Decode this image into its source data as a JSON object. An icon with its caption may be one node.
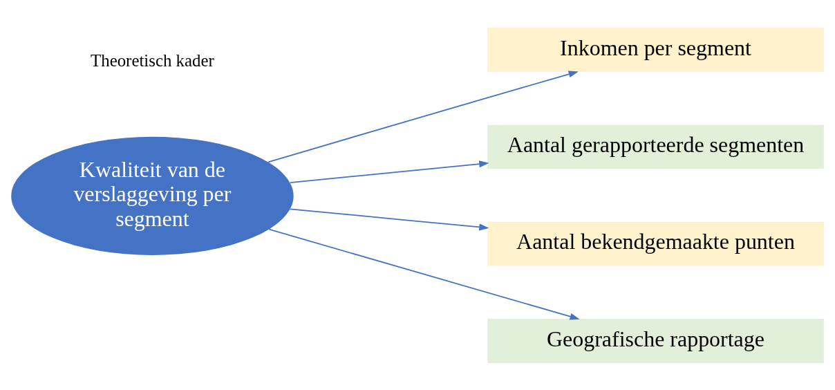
{
  "diagram": {
    "nodes": [
      {
        "text": [
          "Kwaliteit van de verslaggeving per segment"
        ]
      },
      {
        "text": [
          "Inkomen per segment"
        ]
      },
      {
        "text": [
          "Aantal gerapporteerde segmenten"
        ]
      },
      {
        "text": [
          "Aantal bekendgemaakte punten"
        ]
      },
      {
        "text": [
          "Geografische rapportage"
        ]
      }
    ],
    "edges": [
      {
        "from": 0,
        "to": 1,
        "arrow": "to"
      },
      {
        "from": 0,
        "to": 2,
        "arrow": "to"
      },
      {
        "from": 0,
        "to": 3,
        "arrow": "to"
      },
      {
        "from": 0,
        "to": 4,
        "arrow": "to"
      }
    ],
    "labels": [
      "Theoretisch kader"
    ]
  }
}
